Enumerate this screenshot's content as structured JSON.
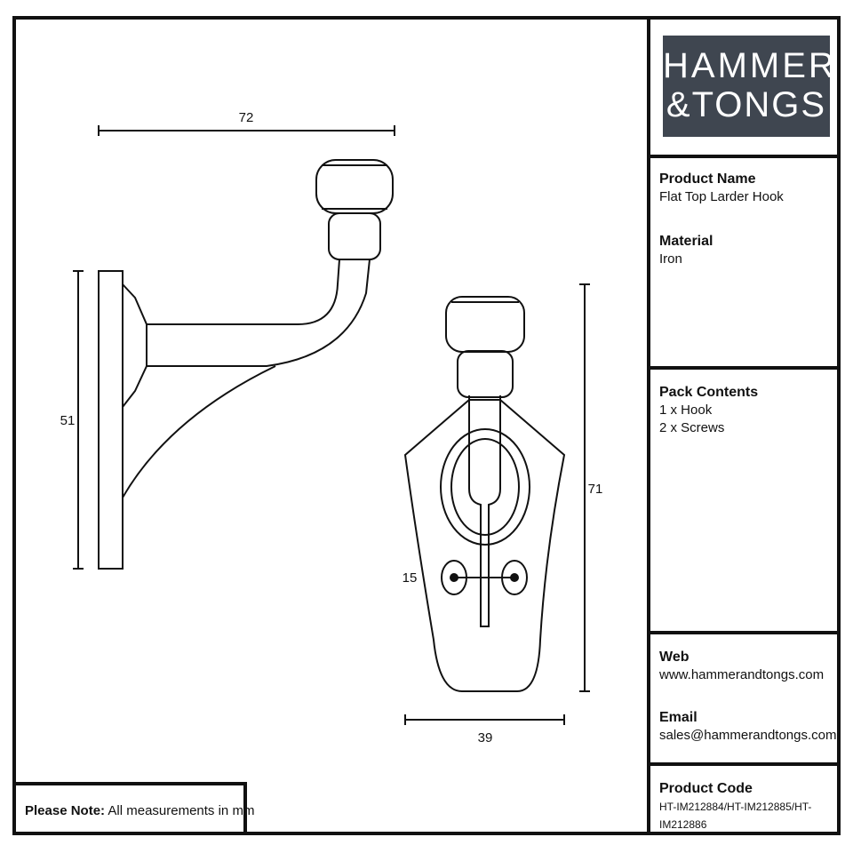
{
  "brand": {
    "line1": "HAMMER",
    "line2": "&TONGS",
    "background": "#3f4650"
  },
  "dimensions": {
    "side_width": "72",
    "side_height": "51",
    "front_height": "71",
    "front_screw_spacing": "15",
    "front_width": "39"
  },
  "product": {
    "name_label": "Product Name",
    "name_value": "Flat Top Larder Hook",
    "material_label": "Material",
    "material_value": "Iron"
  },
  "pack": {
    "label": "Pack Contents",
    "items": [
      "1 x Hook",
      "2 x Screws"
    ]
  },
  "contact": {
    "web_label": "Web",
    "web_value": "www.hammerandtongs.com",
    "email_label": "Email",
    "email_value": "sales@hammerandtongs.com"
  },
  "code": {
    "label": "Product Code",
    "value": "HT-IM212884/HT-IM212885/HT-IM212886"
  },
  "note": {
    "label": "Please Note:",
    "text": "All measurements in mm"
  }
}
